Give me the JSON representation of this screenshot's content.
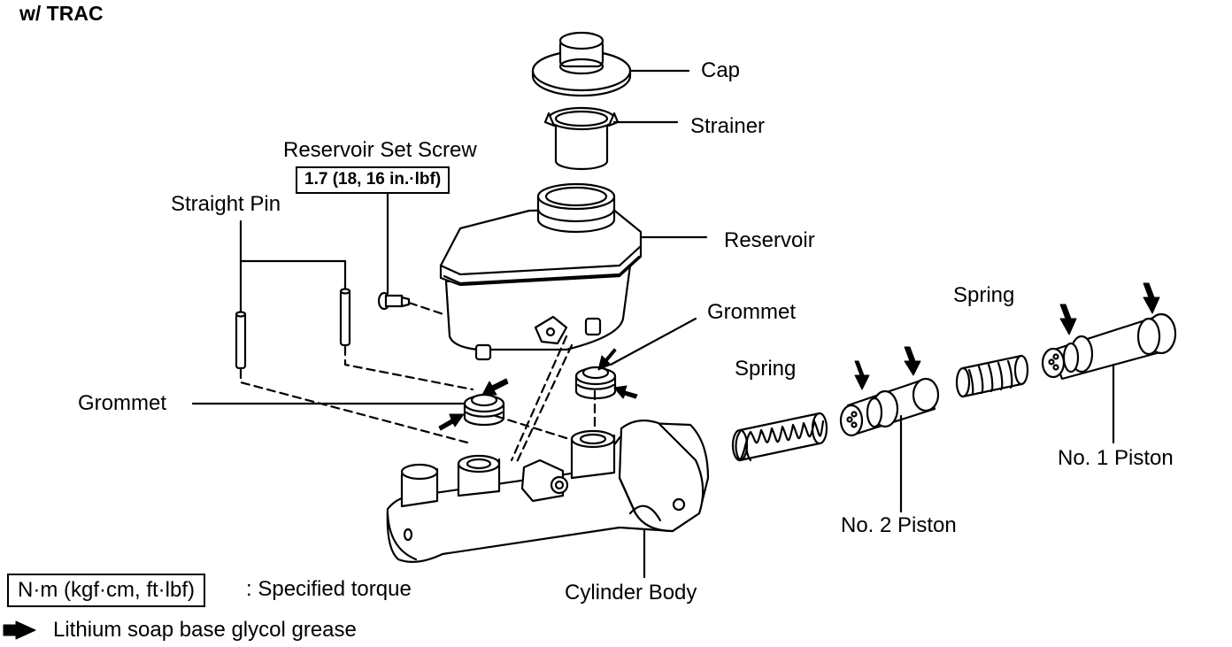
{
  "header": {
    "variant": "w/ TRAC"
  },
  "labels": {
    "cap": "Cap",
    "strainer": "Strainer",
    "reservoir_set_screw": "Reservoir Set Screw",
    "screw_torque": "1.7 (18, 16 in.·lbf)",
    "straight_pin": "Straight Pin",
    "reservoir": "Reservoir",
    "grommet_right": "Grommet",
    "grommet_left": "Grommet",
    "spring_left": "Spring",
    "spring_right": "Spring",
    "no2_piston": "No. 2 Piston",
    "no1_piston": "No. 1 Piston",
    "cylinder_body": "Cylinder Body"
  },
  "legend": {
    "torque_unit": "N·m (kgf·cm, ft·lbf)",
    "torque_desc": ": Specified torque",
    "grease_desc": "Lithium soap base glycol grease"
  },
  "colors": {
    "line": "#000000",
    "fill": "#ffffff"
  }
}
